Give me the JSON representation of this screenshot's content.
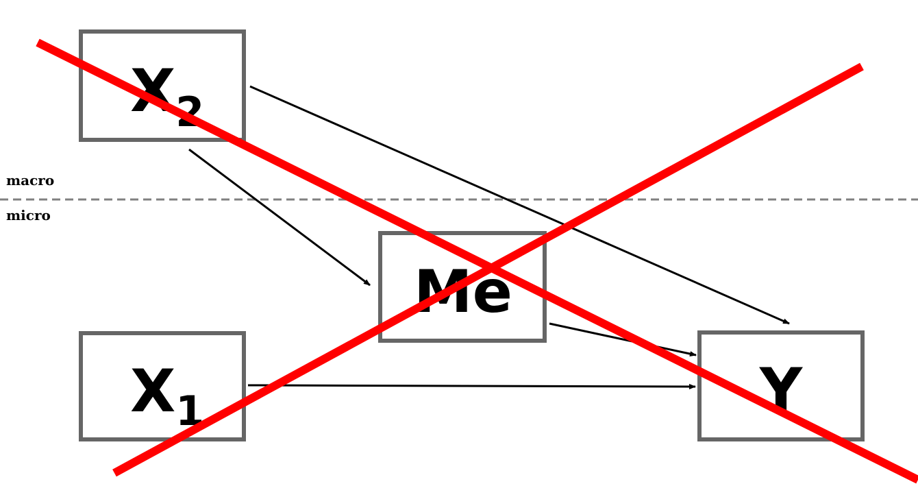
{
  "levels": {
    "macro": "macro",
    "micro": "micro"
  },
  "nodes": {
    "x2": {
      "main": "X",
      "sub": "2"
    },
    "x1": {
      "main": "X",
      "sub": "1"
    },
    "me": {
      "main": "Me"
    },
    "y": {
      "main": "Y"
    }
  },
  "colors": {
    "box_stroke": "#666666",
    "arrow": "#000000",
    "cross": "#ff0000",
    "divider": "#808080"
  }
}
